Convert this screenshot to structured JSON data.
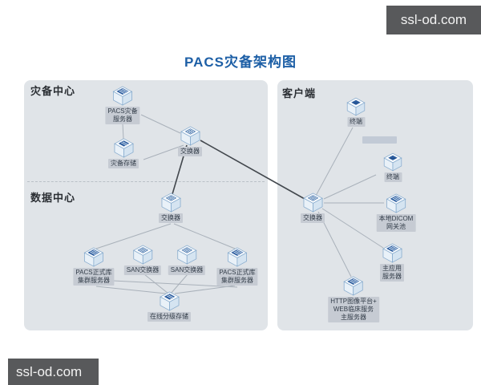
{
  "title": "PACS灾备架构图",
  "watermark": {
    "text": "ssl-od.com"
  },
  "sections": {
    "dr_center": "灾备中心",
    "data_center": "数据中心",
    "client": "客户端"
  },
  "nodes": {
    "pacs_dr_server": {
      "label": "PACS灾备\n服务器",
      "type": "server"
    },
    "dr_storage": {
      "label": "灾备存储",
      "type": "storage"
    },
    "dr_switch": {
      "label": "交换器",
      "type": "switch"
    },
    "dc_switch": {
      "label": "交换器",
      "type": "switch"
    },
    "pacs_cluster_left": {
      "label": "PACS正式库\n集群服务器",
      "type": "server"
    },
    "san_switch_1": {
      "label": "SAN交换器",
      "type": "switch"
    },
    "san_switch_2": {
      "label": "SAN交换器",
      "type": "switch"
    },
    "pacs_cluster_right": {
      "label": "PACS正式库\n集群服务器",
      "type": "server"
    },
    "online_storage": {
      "label": "在线分级存储",
      "type": "storage"
    },
    "terminal_1": {
      "label": "终端",
      "type": "terminal"
    },
    "terminal_2": {
      "label": "终端",
      "type": "terminal"
    },
    "client_switch": {
      "label": "交换器",
      "type": "switch"
    },
    "dicom_gateway": {
      "label": "本地DICOM\n网关池",
      "type": "server"
    },
    "main_app_server": {
      "label": "主应用\n服务器",
      "type": "server"
    },
    "http_server": {
      "label": "HTTP图像平台+\nWEB临床服务\n主服务器",
      "type": "server"
    }
  },
  "blank_label": "",
  "colors": {
    "title_blue": "#1d5fa6",
    "panel_bg": "#e0e4e8",
    "label_bg": "#c6cbd3",
    "icon_glyph_blue": "#2b5c9e",
    "line_light": "#a9b1ba",
    "line_dark": "#42474d",
    "watermark_bg": "#58595b"
  }
}
